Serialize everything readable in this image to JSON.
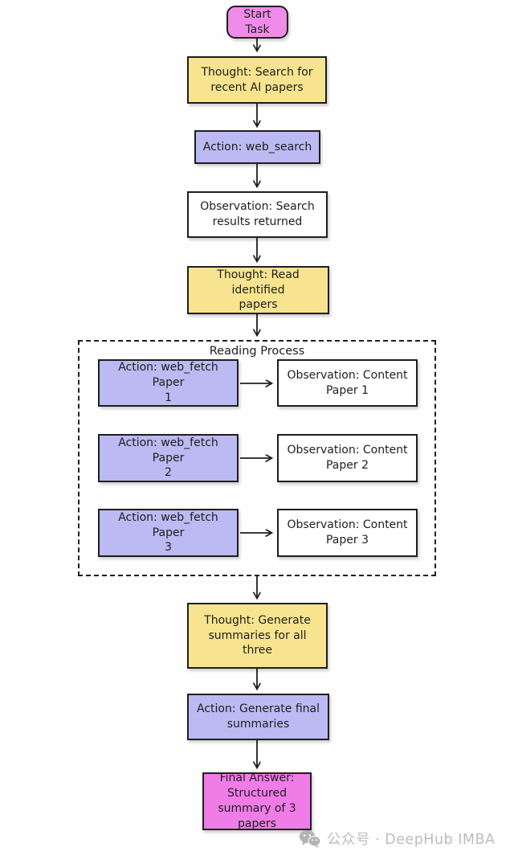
{
  "nodes": {
    "start": "Start\nTask",
    "thought_search": "Thought: Search for\nrecent AI papers",
    "action_web_search": "Action: web_search",
    "obs_search": "Observation: Search\nresults returned",
    "thought_read": "Thought: Read identified\npapers",
    "reading_group_title": "Reading Process",
    "fetch_rows": [
      {
        "action": "Action: web_fetch Paper\n1",
        "observation": "Observation: Content\nPaper 1"
      },
      {
        "action": "Action: web_fetch Paper\n2",
        "observation": "Observation: Content\nPaper 2"
      },
      {
        "action": "Action: web_fetch Paper\n3",
        "observation": "Observation: Content\nPaper 3"
      }
    ],
    "thought_summaries": "Thought: Generate\nsummaries for all three",
    "action_generate": "Action: Generate final\nsummaries",
    "final_answer": "Final Answer:\nStructured\nsummary of 3\npapers"
  },
  "watermark": {
    "label": "公众号 · DeepHub IMBA",
    "icon": "wechat-icon"
  },
  "colors": {
    "ink": "#1e1e1e",
    "thought": "#F8E48F",
    "action": "#BBBAF2",
    "start": "#F08BE9",
    "final": "#F07CE8",
    "observation": "#ffffff"
  }
}
